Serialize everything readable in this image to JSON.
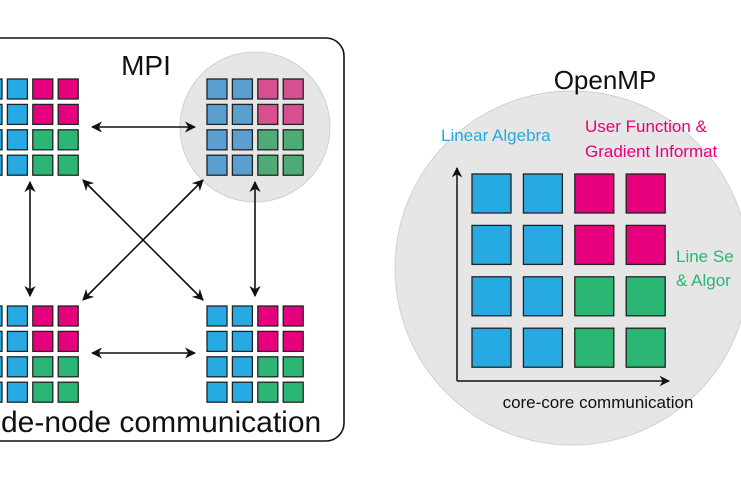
{
  "mpi": {
    "title": "MPI",
    "caption": "de-node communication"
  },
  "openmp": {
    "title": "OpenMP",
    "label_linear_algebra": "Linear Algebra",
    "label_user_function_1": "User Function &",
    "label_user_function_2": "Gradient Informat",
    "label_line_search_1": "Line Se",
    "label_line_search_2": "& Algor",
    "axis_caption": "core-core communication"
  },
  "colors": {
    "blue": "#27a9e1",
    "magenta": "#e6007e",
    "green": "#2bb673",
    "blue_faded": "#5a9fd0",
    "magenta_faded": "#d64f8f",
    "green_faded": "#50aa76",
    "circle_fill": "#e6e6e6"
  },
  "core_pattern": [
    [
      "blue",
      "blue",
      "magenta",
      "magenta"
    ],
    [
      "blue",
      "blue",
      "magenta",
      "magenta"
    ],
    [
      "blue",
      "blue",
      "green",
      "green"
    ],
    [
      "blue",
      "blue",
      "green",
      "green"
    ]
  ]
}
